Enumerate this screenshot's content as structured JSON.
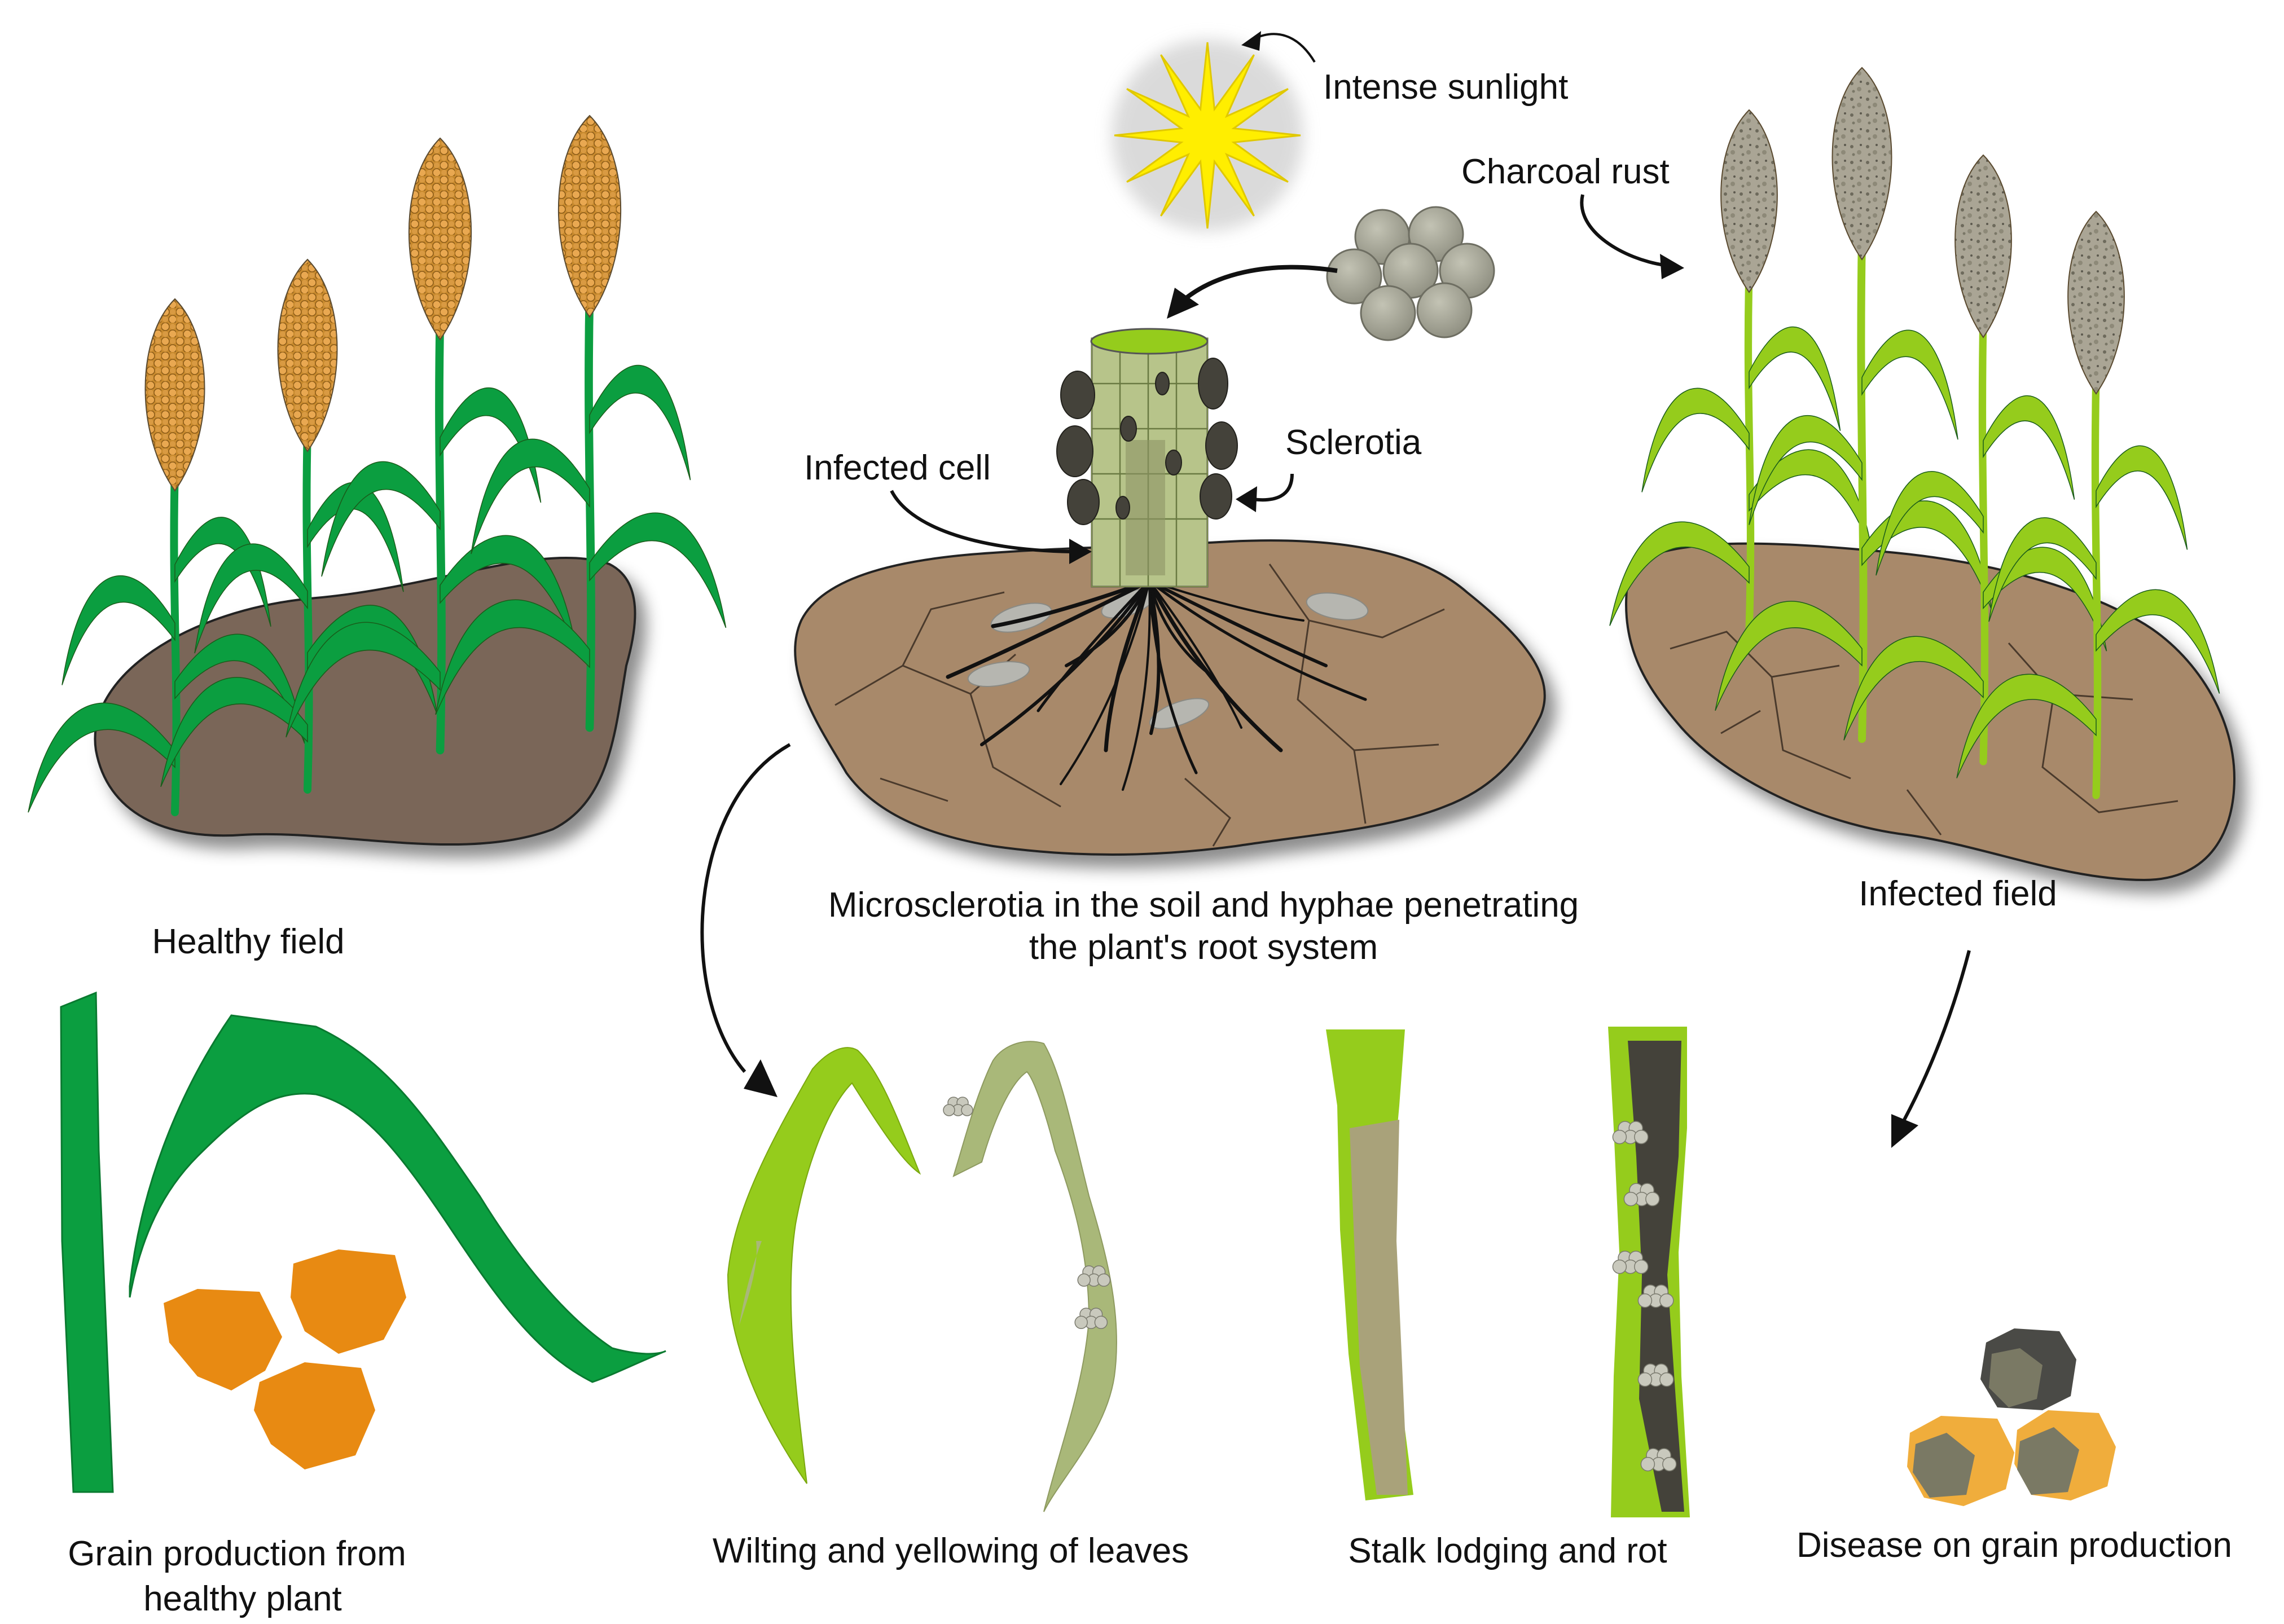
{
  "labels": {
    "intense_sunlight": "Intense sunlight",
    "charcoal_rust": "Charcoal rust",
    "sclerotia": "Sclerotia",
    "infected_cell": "Infected cell",
    "healthy_field": "Healthy field",
    "micro_line1": "Microsclerotia in the soil and hyphae penetrating",
    "micro_line2": "the plant's root system",
    "infected_field": "Infected field",
    "grain_healthy_line1": "Grain production from",
    "grain_healthy_line2": "healthy plant",
    "wilting": "Wilting and yellowing of leaves",
    "stalk": "Stalk lodging and rot",
    "disease_grain": "Disease on grain production"
  },
  "colors": {
    "healthy_green": "#0b9e40",
    "infected_green": "#95cc1c",
    "yellowed_leaf": "#a9b879",
    "grain_orange": "#e88a12",
    "grain_amber": "#f0ad3c",
    "sorghum_head": "#d79a3c",
    "rusted_head": "#a8a392",
    "healthy_soil": "#7a6658",
    "dry_soil": "#a8896a",
    "sclerotia_gray": "#a8a899",
    "rot_dark": "#44423a",
    "sun_yellow": "#ffee00"
  }
}
